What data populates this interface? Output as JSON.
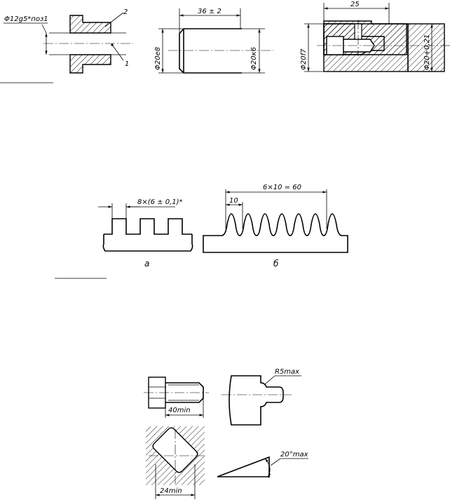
{
  "figure1": {
    "part_a": {
      "callout": "Φ12g5*поз1",
      "pos2": "2",
      "pos1": "1"
    },
    "part_b": {
      "length": "36 ± 2",
      "dia_left": "Φ20e8",
      "dia_right": "Φ20к6"
    },
    "part_c": {
      "length": "25",
      "dia_left": "Φ20f7",
      "dia_right": "Φ20+0,21"
    }
  },
  "figure2": {
    "view_a": {
      "dim": "8×(6 ± 0,1)*",
      "caption": "а"
    },
    "view_b": {
      "total": "6×10 = 60",
      "pitch": "10",
      "caption": "б"
    }
  },
  "figure3": {
    "bolt_dim": "40min",
    "radius": "R5max",
    "across_flats": "24min",
    "angle": "20°max"
  }
}
